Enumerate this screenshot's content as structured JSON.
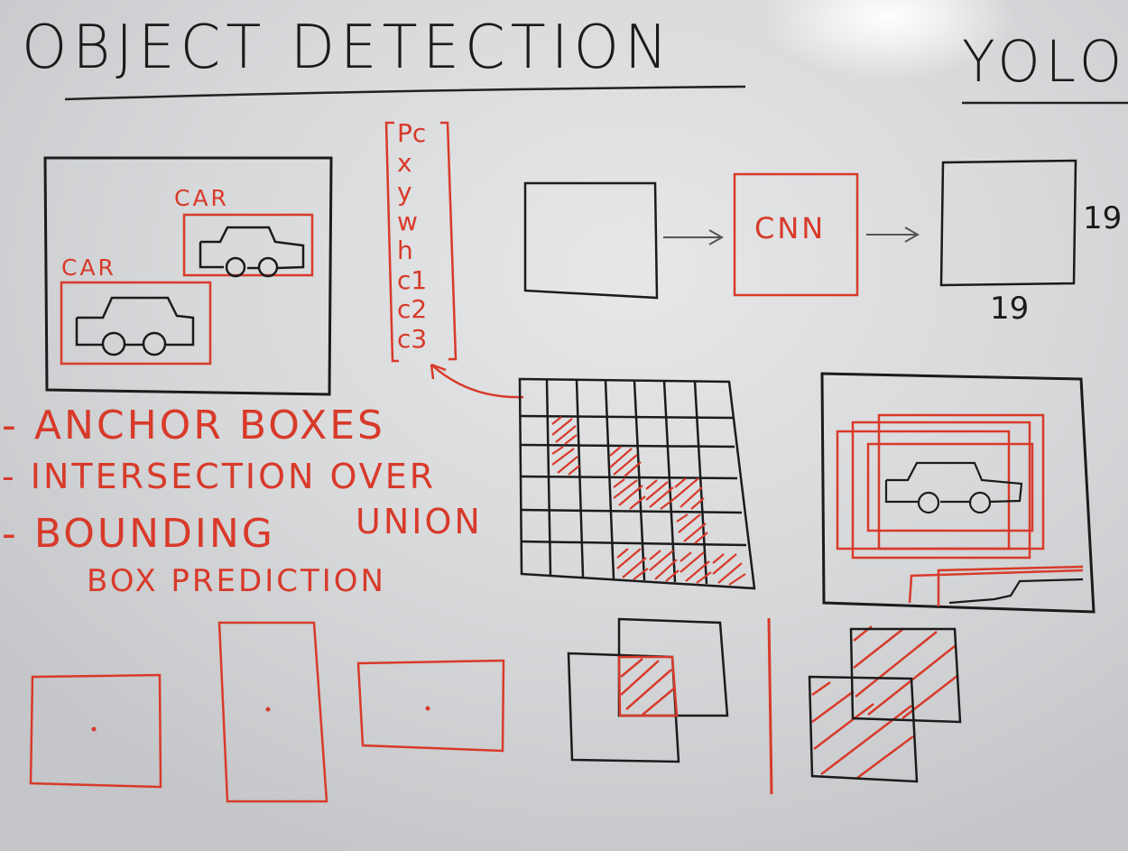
{
  "title": "OBJECT DETECTION",
  "algorithm": "YOLO",
  "labels": {
    "car_top": "CAR",
    "car_bottom": "CAR",
    "cnn": "CNN",
    "grid_h": "19",
    "grid_w": "19"
  },
  "output_vector": [
    "Pc",
    "x",
    "y",
    "w",
    "h",
    "c1",
    "c2",
    "c3"
  ],
  "topics": {
    "anchor_boxes": "- ANCHOR BOXES",
    "iou_line1": "- INTERSECTION OVER",
    "iou_line2": "UNION",
    "bbox_line1": "- BOUNDING",
    "bbox_line2": "BOX PREDICTION"
  },
  "colors": {
    "marker_black": "#1b1b1b",
    "marker_red": "#d83a2a"
  }
}
